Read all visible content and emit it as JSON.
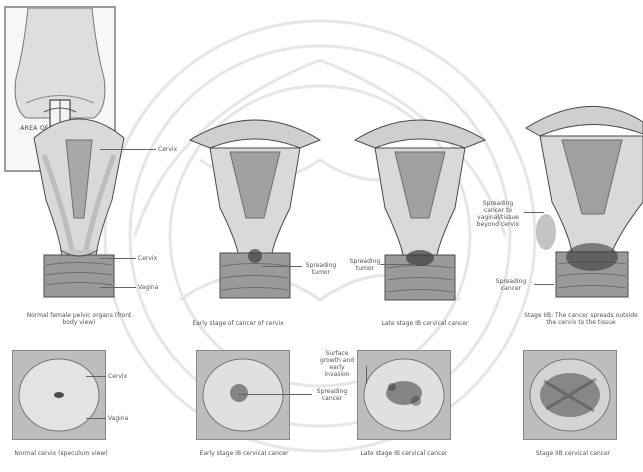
{
  "inset": {
    "caption": "AREA OF ENLARGEMENT"
  },
  "labels": {
    "cervix_top": "Cervix",
    "cervix_mid": "Cervix",
    "vagina_mid": "Vagina",
    "spreading_tumor": "Spreading tumor",
    "spreading_tumor_2": "Spreading tumor",
    "spreading_cancer_1": "Spreading cancer",
    "spreading_cancer_2": "Spreading cancer",
    "spreading_beyond_cervix": "Spreading cancer to vaginal/tissue beyond cervix",
    "cervix_disc": "Cervix",
    "vagina_disc": "Vagina",
    "surface_lesions": "Surface growth and early invasion"
  },
  "captions": {
    "p1": "Normal female pelvic organs (front body view)",
    "p2": "Early stage of cancer of cervix",
    "p3": "Late stage IB cervical cancer",
    "p4": "Stage IIB: The cancer spreads outside the cervix to the tissue",
    "d1": "Normal cervix (speculum view)",
    "d2": "Early stage IB cervical cancer",
    "d3": "Late stage IB cervical cancer",
    "d4": "Stage IIB cervical cancer"
  },
  "colors": {
    "tissue_light": "#d9d9d9",
    "tissue_mid": "#a8a8a8",
    "tissue_dark": "#6e6e6e",
    "outline": "#4a4a4a",
    "lesion": "#3a3a3a"
  }
}
